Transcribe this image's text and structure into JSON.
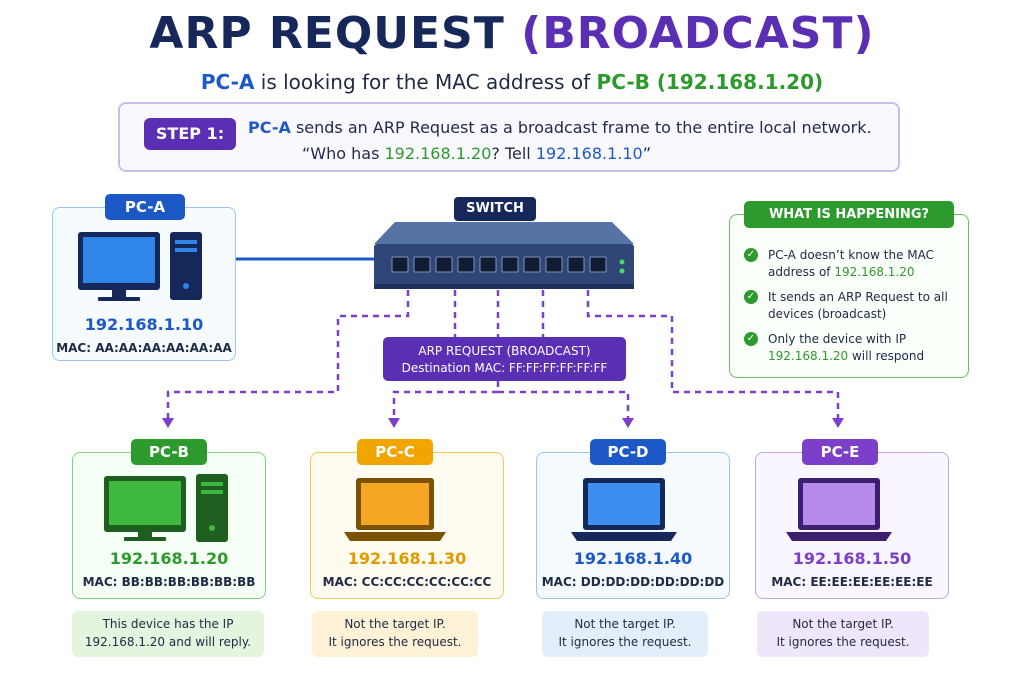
{
  "title": {
    "main": "ARP REQUEST",
    "accent": "(BROADCAST)"
  },
  "subtitle": {
    "pc_a": "PC-A",
    "middle": " is looking for the MAC address of ",
    "pc_b": "PC-B",
    "ip": " (192.168.1.20)"
  },
  "step": {
    "badge": "STEP 1:",
    "line1_pc": "PC-A",
    "line1_rest": " sends an ARP Request as a broadcast frame to the entire local network.",
    "line2_a": "“Who has ",
    "line2_ip1": "192.168.1.20",
    "line2_b": "? Tell ",
    "line2_ip2": "192.168.1.10",
    "line2_c": "”"
  },
  "switch": {
    "label": "SWITCH"
  },
  "arp_frame": {
    "line1": "ARP REQUEST (BROADCAST)",
    "line2": "Destination MAC: FF:FF:FF:FF:FF:FF"
  },
  "pc_a": {
    "name": "PC-A",
    "ip": "192.168.1.10",
    "mac": "MAC: AA:AA:AA:AA:AA:AA"
  },
  "happening": {
    "title": "WHAT IS HAPPENING?",
    "item1_a": "PC-A doesn’t know the MAC",
    "item1_b": "address of ",
    "item1_ip": "192.168.1.20",
    "item2_a": "It sends an ARP Request to all",
    "item2_b": "devices (broadcast)",
    "item3_a": "Only the device with IP",
    "item3_ip": "192.168.1.20",
    "item3_b": " will respond"
  },
  "hosts": [
    {
      "name": "PC-B",
      "ip": "192.168.1.20",
      "mac": "MAC: BB:BB:BB:BB:BB:BB",
      "note1": "This device has the IP",
      "note2": "192.168.1.20 and will reply.",
      "color": "#2d9a2d"
    },
    {
      "name": "PC-C",
      "ip": "192.168.1.30",
      "mac": "MAC: CC:CC:CC:CC:CC:CC",
      "note1": "Not the target IP.",
      "note2": "It ignores the request.",
      "color": "#f0a500"
    },
    {
      "name": "PC-D",
      "ip": "192.168.1.40",
      "mac": "MAC: DD:DD:DD:DD:DD:DD",
      "note1": "Not the target IP.",
      "note2": "It ignores the request.",
      "color": "#1c59c7"
    },
    {
      "name": "PC-E",
      "ip": "192.168.1.50",
      "mac": "MAC: EE:EE:EE:EE:EE:EE",
      "note1": "Not the target IP.",
      "note2": "It ignores the request.",
      "color": "#7b3fc9"
    }
  ],
  "colors": {
    "navy": "#16275a",
    "purple": "#5b2fb3",
    "green": "#2d9a2d",
    "blue": "#1c59c7",
    "orange": "#f0a500"
  }
}
